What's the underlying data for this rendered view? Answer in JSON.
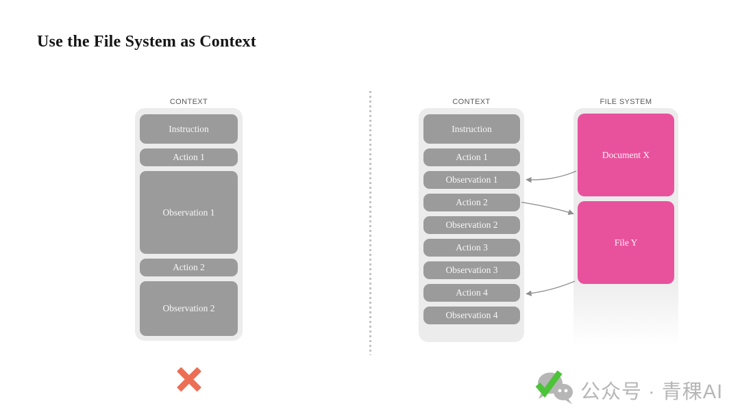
{
  "title": "Use the File System as Context",
  "left_diagram": {
    "label": "CONTEXT",
    "boxes": [
      "Instruction",
      "Action 1",
      "Observation 1",
      "Action 2",
      "Observation 2"
    ],
    "verdict_icon": "x-mark"
  },
  "right_diagram": {
    "context": {
      "label": "CONTEXT",
      "boxes": [
        "Instruction",
        "Action 1",
        "Observation 1",
        "Action 2",
        "Observation 2",
        "Action 3",
        "Observation 3",
        "Action 4",
        "Observation 4"
      ]
    },
    "file_system": {
      "label": "FILE SYSTEM",
      "files": [
        "Document X",
        "File Y"
      ]
    },
    "arrows": [
      {
        "from": "Document X",
        "to": "Observation 1"
      },
      {
        "from": "Action 2",
        "to": "File Y"
      },
      {
        "from": "File Y",
        "to": "Action 4"
      }
    ]
  },
  "watermark": {
    "icon": "wechat-check-icon",
    "text": "公众号 · 青稞AI"
  },
  "colors": {
    "context_box_gray": "#9b9b9b",
    "panel_gray": "#ececec",
    "file_pink": "#e8529d",
    "x_mark_red": "#ec6f55",
    "check_green": "#4cc339",
    "arrow_gray": "#8f8f8f",
    "watermark_gray": "#b6b6b6"
  }
}
